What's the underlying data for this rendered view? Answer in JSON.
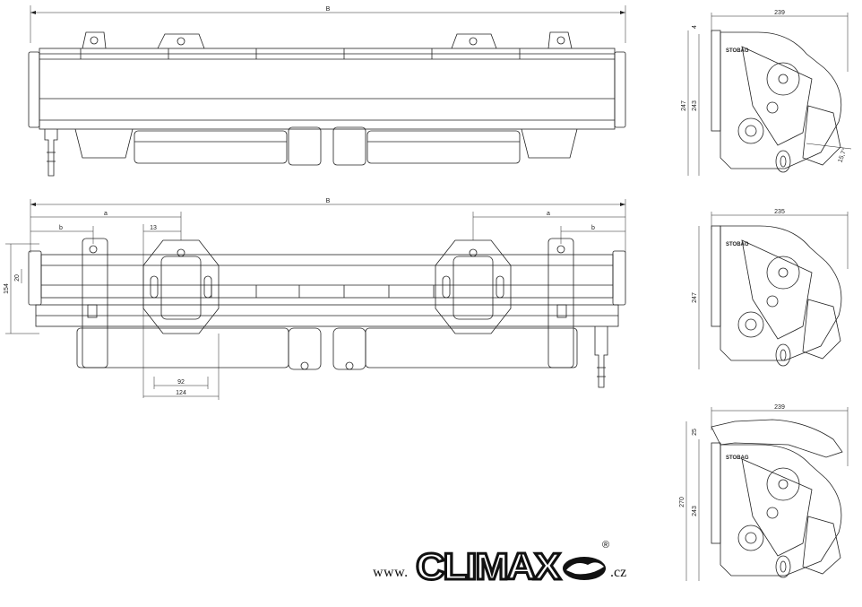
{
  "drawing": {
    "top_view": {
      "overall_width_label": "B"
    },
    "front_view": {
      "overall_width_label": "B",
      "left_a_label": "a",
      "right_a_label": "a",
      "left_b_label": "b",
      "right_b_label": "b",
      "dim_13": "13",
      "dim_92": "92",
      "dim_124": "124",
      "dim_154": "154",
      "dim_20": "20"
    },
    "side_views": [
      {
        "width": "239",
        "height_outer": "247",
        "height_inner": "243",
        "top_offset": "4",
        "angle": "15,7°",
        "brand": "STOBAG"
      },
      {
        "width": "235",
        "height_outer": "247",
        "brand": "STOBAG"
      },
      {
        "width": "239",
        "height_outer": "270",
        "height_inner": "243",
        "top_offset": "25",
        "brand": "STOBAG"
      }
    ]
  },
  "branding": {
    "prefix": "www.",
    "logo_text": "CLIMAX",
    "suffix": ".cz",
    "registered": "®"
  }
}
